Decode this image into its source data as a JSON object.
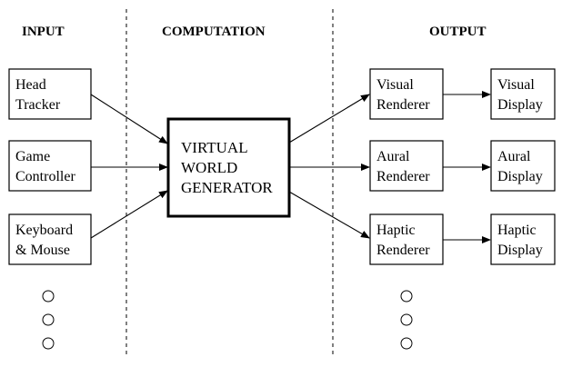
{
  "headers": {
    "input": "INPUT",
    "computation": "COMPUTATION",
    "output": "OUTPUT"
  },
  "inputs": [
    {
      "line1": "Head",
      "line2": "Tracker"
    },
    {
      "line1": "Game",
      "line2": "Controller"
    },
    {
      "line1": "Keyboard",
      "line2": "& Mouse"
    }
  ],
  "generator": {
    "line1": "VIRTUAL",
    "line2": "WORLD",
    "line3": "GENERATOR"
  },
  "renderers": [
    {
      "line1": "Visual",
      "line2": "Renderer"
    },
    {
      "line1": "Aural",
      "line2": "Renderer"
    },
    {
      "line1": "Haptic",
      "line2": "Renderer"
    }
  ],
  "displays": [
    {
      "line1": "Visual",
      "line2": "Display"
    },
    {
      "line1": "Aural",
      "line2": "Display"
    },
    {
      "line1": "Haptic",
      "line2": "Display"
    }
  ]
}
